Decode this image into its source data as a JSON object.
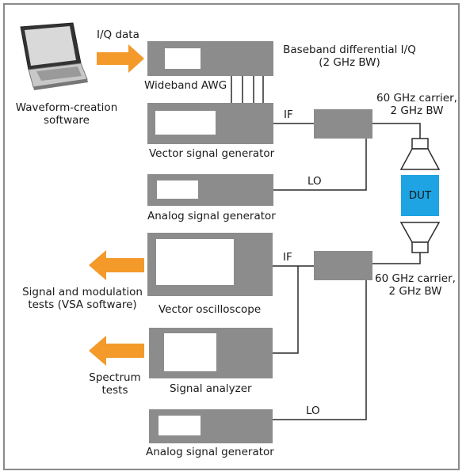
{
  "labels": {
    "iq_data": "I/Q data",
    "baseband": "Baseband differential I/Q",
    "baseband_bw": "(2 GHz BW)",
    "waveform_software_1": "Waveform-creation",
    "waveform_software_2": "software",
    "wideband_awg": "Wideband AWG",
    "vector_signal_generator": "Vector signal generator",
    "if_top": "IF",
    "carrier_top_1": "60 GHz carrier,",
    "carrier_top_2": "2 GHz BW",
    "lo_top": "LO",
    "analog_signal_generator_top": "Analog signal generator",
    "dut": "DUT",
    "vector_oscilloscope": "Vector oscilloscope",
    "if_bottom": "IF",
    "carrier_bottom_1": "60 GHz carrier,",
    "carrier_bottom_2": "2 GHz BW",
    "signal_modulation_1": "Signal and modulation",
    "signal_modulation_2": "tests (VSA software)",
    "spectrum_1": "Spectrum",
    "spectrum_2": "tests",
    "signal_analyzer": "Signal analyzer",
    "lo_bottom": "LO",
    "analog_signal_generator_bottom": "Analog signal generator"
  },
  "colors": {
    "device_gray": "#8c8c8c",
    "arrow_orange": "#f39a2b",
    "dut_blue": "#1ea4e2",
    "wire": "#2a2a2a",
    "frame": "#8a8a8a"
  },
  "icons": {
    "laptop": "laptop-icon",
    "horn_antenna": "horn-antenna-icon",
    "mixer": "mixer-dot-icon",
    "arrow": "orange-arrow-icon"
  }
}
